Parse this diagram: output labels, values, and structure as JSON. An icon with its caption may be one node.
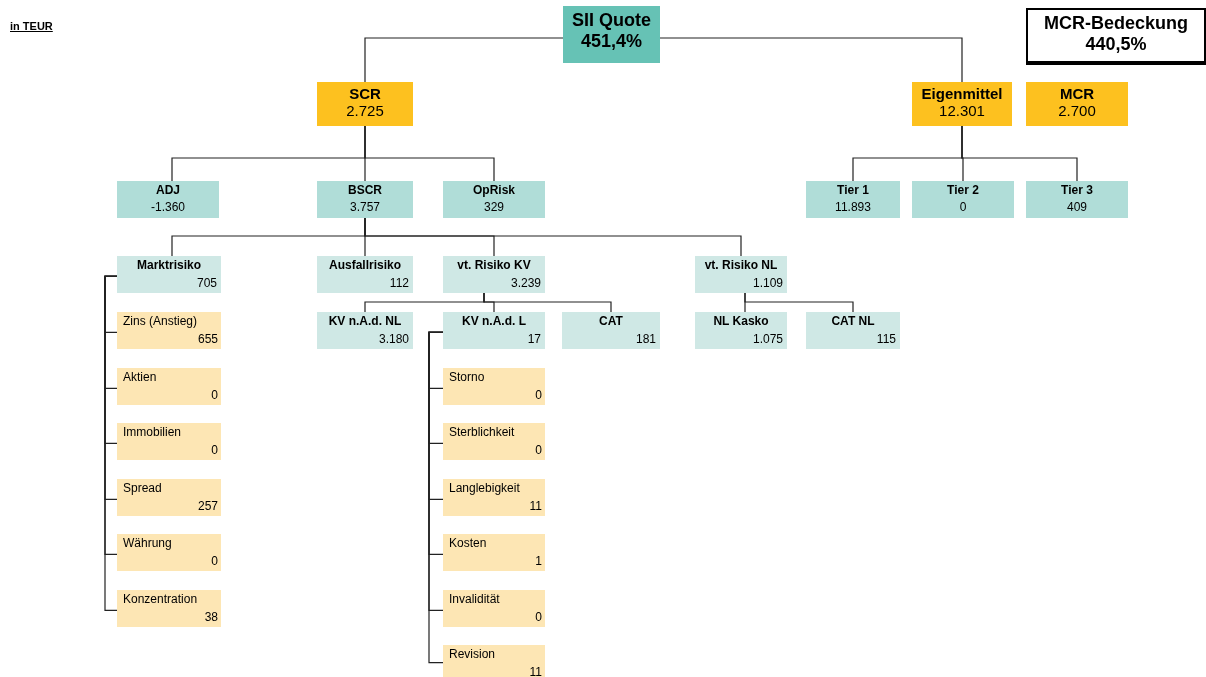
{
  "diagram": {
    "nodes": [
      {
        "text": [
          "SII Quote",
          "451,4%"
        ]
      },
      {
        "text": [
          "MCR-Bedeckung",
          "440,5%"
        ]
      },
      {
        "text": [
          "SCR",
          "2.725"
        ]
      },
      {
        "text": [
          "Eigenmittel",
          "12.301"
        ]
      },
      {
        "text": [
          "MCR",
          "2.700"
        ]
      },
      {
        "text": [
          "ADJ",
          "-1.360"
        ]
      },
      {
        "text": [
          "BSCR",
          "3.757"
        ]
      },
      {
        "text": [
          "OpRisk",
          "329"
        ]
      },
      {
        "text": [
          "Tier 1",
          "11.893"
        ]
      },
      {
        "text": [
          "Tier 2",
          "0"
        ]
      },
      {
        "text": [
          "Tier 3",
          "409"
        ]
      },
      {
        "text": [
          "Marktrisiko",
          "705"
        ]
      },
      {
        "text": [
          "Ausfallrisiko",
          "112"
        ]
      },
      {
        "text": [
          "vt. Risiko KV",
          "3.239"
        ]
      },
      {
        "text": [
          "vt. Risiko NL",
          "1.109"
        ]
      },
      {
        "text": [
          "KV n.A.d. NL",
          "3.180"
        ]
      },
      {
        "text": [
          "KV n.A.d. L",
          "17"
        ]
      },
      {
        "text": [
          "CAT",
          "181"
        ]
      },
      {
        "text": [
          "NL Kasko",
          "1.075"
        ]
      },
      {
        "text": [
          "CAT NL",
          "115"
        ]
      },
      {
        "text": [
          "Zins (Anstieg)",
          "655"
        ]
      },
      {
        "text": [
          "Aktien",
          "0"
        ]
      },
      {
        "text": [
          "Immobilien",
          "0"
        ]
      },
      {
        "text": [
          "Spread",
          "257"
        ]
      },
      {
        "text": [
          "Währung",
          "0"
        ]
      },
      {
        "text": [
          "Konzentration",
          "38"
        ]
      },
      {
        "text": [
          "Storno",
          "0"
        ]
      },
      {
        "text": [
          "Sterblichkeit",
          "0"
        ]
      },
      {
        "text": [
          "Langlebigkeit",
          "11"
        ]
      },
      {
        "text": [
          "Kosten",
          "1"
        ]
      },
      {
        "text": [
          "Invalidität",
          "0"
        ]
      },
      {
        "text": [
          "Revision",
          "11"
        ]
      }
    ],
    "edges": [
      {
        "from": 0,
        "to": 2,
        "arrow": "none"
      },
      {
        "from": 0,
        "to": 3,
        "arrow": "none"
      },
      {
        "from": 2,
        "to": 5,
        "arrow": "none"
      },
      {
        "from": 2,
        "to": 6,
        "arrow": "none"
      },
      {
        "from": 2,
        "to": 7,
        "arrow": "none"
      },
      {
        "from": 3,
        "to": 8,
        "arrow": "none"
      },
      {
        "from": 3,
        "to": 9,
        "arrow": "none"
      },
      {
        "from": 3,
        "to": 10,
        "arrow": "none"
      },
      {
        "from": 6,
        "to": 11,
        "arrow": "none"
      },
      {
        "from": 6,
        "to": 12,
        "arrow": "none"
      },
      {
        "from": 6,
        "to": 13,
        "arrow": "none"
      },
      {
        "from": 6,
        "to": 14,
        "arrow": "none"
      },
      {
        "from": 13,
        "to": 15,
        "arrow": "none"
      },
      {
        "from": 13,
        "to": 16,
        "arrow": "none"
      },
      {
        "from": 13,
        "to": 17,
        "arrow": "none"
      },
      {
        "from": 14,
        "to": 18,
        "arrow": "none"
      },
      {
        "from": 14,
        "to": 19,
        "arrow": "none"
      },
      {
        "from": 11,
        "to": 20,
        "arrow": "none"
      },
      {
        "from": 11,
        "to": 21,
        "arrow": "none"
      },
      {
        "from": 11,
        "to": 22,
        "arrow": "none"
      },
      {
        "from": 11,
        "to": 23,
        "arrow": "none"
      },
      {
        "from": 11,
        "to": 24,
        "arrow": "none"
      },
      {
        "from": 11,
        "to": 25,
        "arrow": "none"
      },
      {
        "from": 16,
        "to": 26,
        "arrow": "none"
      },
      {
        "from": 16,
        "to": 27,
        "arrow": "none"
      },
      {
        "from": 16,
        "to": 28,
        "arrow": "none"
      },
      {
        "from": 16,
        "to": 29,
        "arrow": "none"
      },
      {
        "from": 16,
        "to": 30,
        "arrow": "none"
      },
      {
        "from": 16,
        "to": 31,
        "arrow": "none"
      }
    ],
    "labels": [
      "in TEUR"
    ]
  }
}
